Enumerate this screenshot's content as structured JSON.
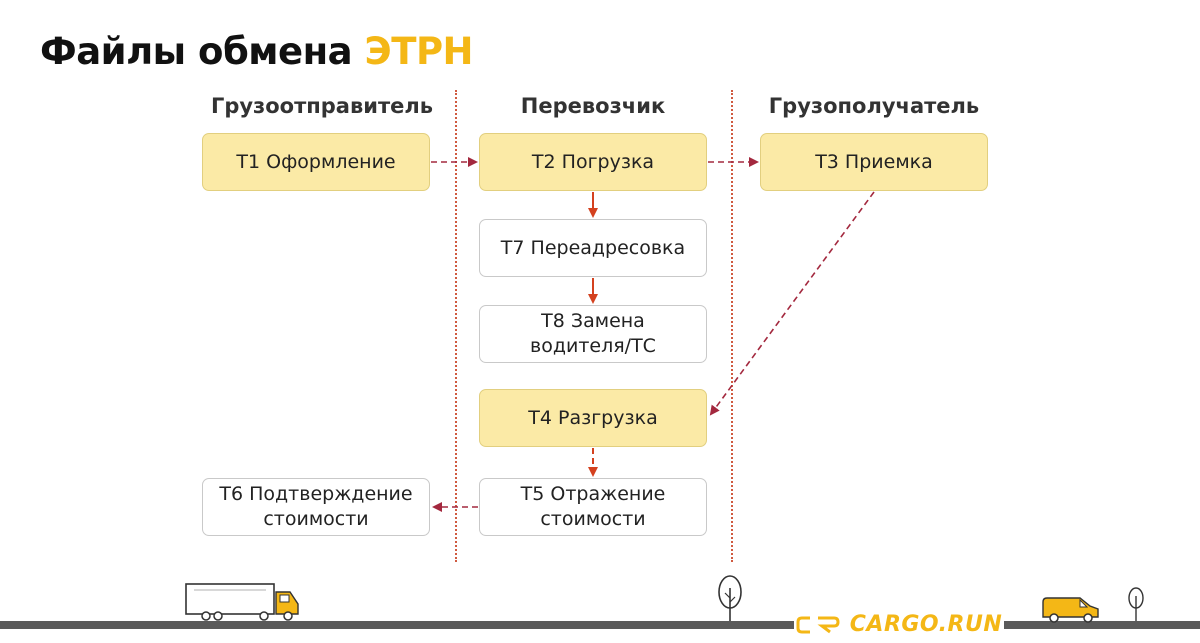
{
  "title": {
    "main": "Файлы обмена",
    "accent": "ЭТРН"
  },
  "columns": {
    "shipper": "Грузоотправитель",
    "carrier": "Перевозчик",
    "consignee": "Грузополучатель"
  },
  "boxes": {
    "t1": "Т1 Оформление",
    "t2": "Т2 Погрузка",
    "t3": "Т3 Приемка",
    "t7": "Т7 Переадресовка",
    "t8_line1": "Т8 Замена",
    "t8_line2": "водителя/ТС",
    "t4": "Т4 Разгрузка",
    "t5_line1": "Т5 Отражение",
    "t5_line2": "стоимости",
    "t6_line1": "Т6 Подтверждение",
    "t6_line2": "стоимости"
  },
  "logo": {
    "text": "CARGO.RUN"
  },
  "colors": {
    "accent": "#f4b716",
    "filled_box": "#fbeaa6",
    "arrow_solid": "#d4411f",
    "arrow_dashed": "#a3283e",
    "divider": "#d05a40",
    "road": "#5a5a5a"
  }
}
